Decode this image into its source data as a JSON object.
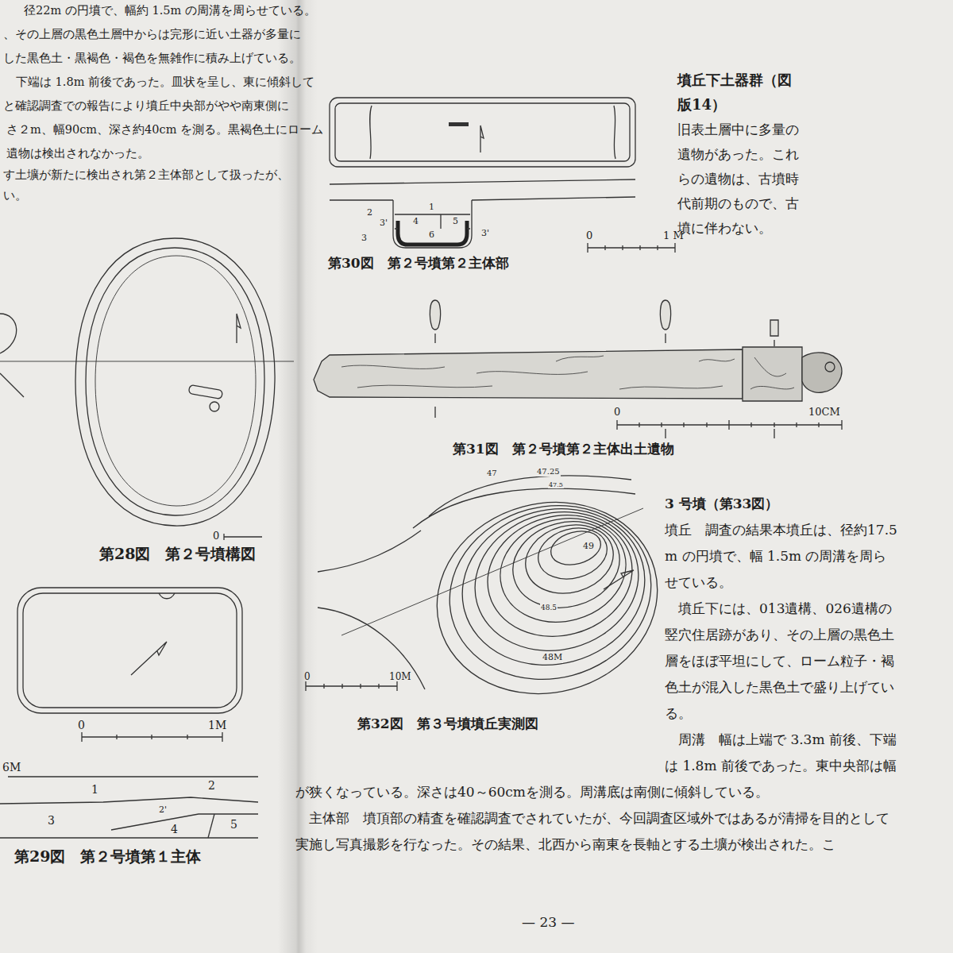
{
  "diagram": {
    "labels": [
      "径22m の円墳で、幅約 1.5m の周溝を周らせている。",
      "、その上層の黒色土層中からは完形に近い土器が多量に",
      "した黒色土・黒褐色・褐色を無雑作に積み上げている。",
      "下端は 1.8m 前後であった。皿状を呈し、東に傾斜して",
      "と確認調査での報告により墳丘中央部がやや南東側に",
      "さ２m、幅90cm、深さ約40cm を測る。黒褐色土にローム",
      "遺物は検出されなかった。",
      "す土壙が新たに検出され第２主体部として扱ったが、",
      "い。",
      "0",
      "第28図　第２号墳構図",
      "0",
      "1M",
      "6M",
      "1",
      "2",
      "2'",
      "3",
      "4",
      "5",
      "第29図　第２号墳第１主体",
      "1",
      "2",
      "3",
      "4",
      "5",
      "6",
      "3'",
      "3'",
      "0",
      "1 M",
      "第30図　第２号墳第２主体部",
      "墳丘下土器群（図版14）",
      "旧表土層中に多量の遺物があった。これらの遺物は、古墳時代前期のもので、古墳に伴わない。",
      "0",
      "10CM",
      "第31図　第２号墳第２主体出土遺物",
      "47",
      "47.25",
      "47.5",
      "49",
      "48.5",
      "48M",
      "0",
      "10M",
      "第32図　第３号墳墳丘実測図",
      "3 号墳（第33図）",
      "墳丘　調査の結果本墳丘は、径約17.5m の円墳で、幅 1.5m の周溝を周らせている。",
      "墳丘下には、013遺構、026遺構の竪穴住居跡があり、その上層の黒色土層をほぼ平坦にして、ローム粒子・褐色土が混入した黒色土で盛り上げている。",
      "周溝　幅は上端で 3.3m 前後、下端は 1.8m 前後であった。東中央部は幅が狭くなっている。深さは40～60cmを測る。周溝底は南側に傾斜している。",
      "主体部　墳頂部の精査を確認調査でされていたが、今回調査区域外ではあるが清掃を目的として実施し写真撮影を行なった。その結果、北西から南東を長軸とする土壙が検出された。こ",
      "— 23 —"
    ]
  }
}
